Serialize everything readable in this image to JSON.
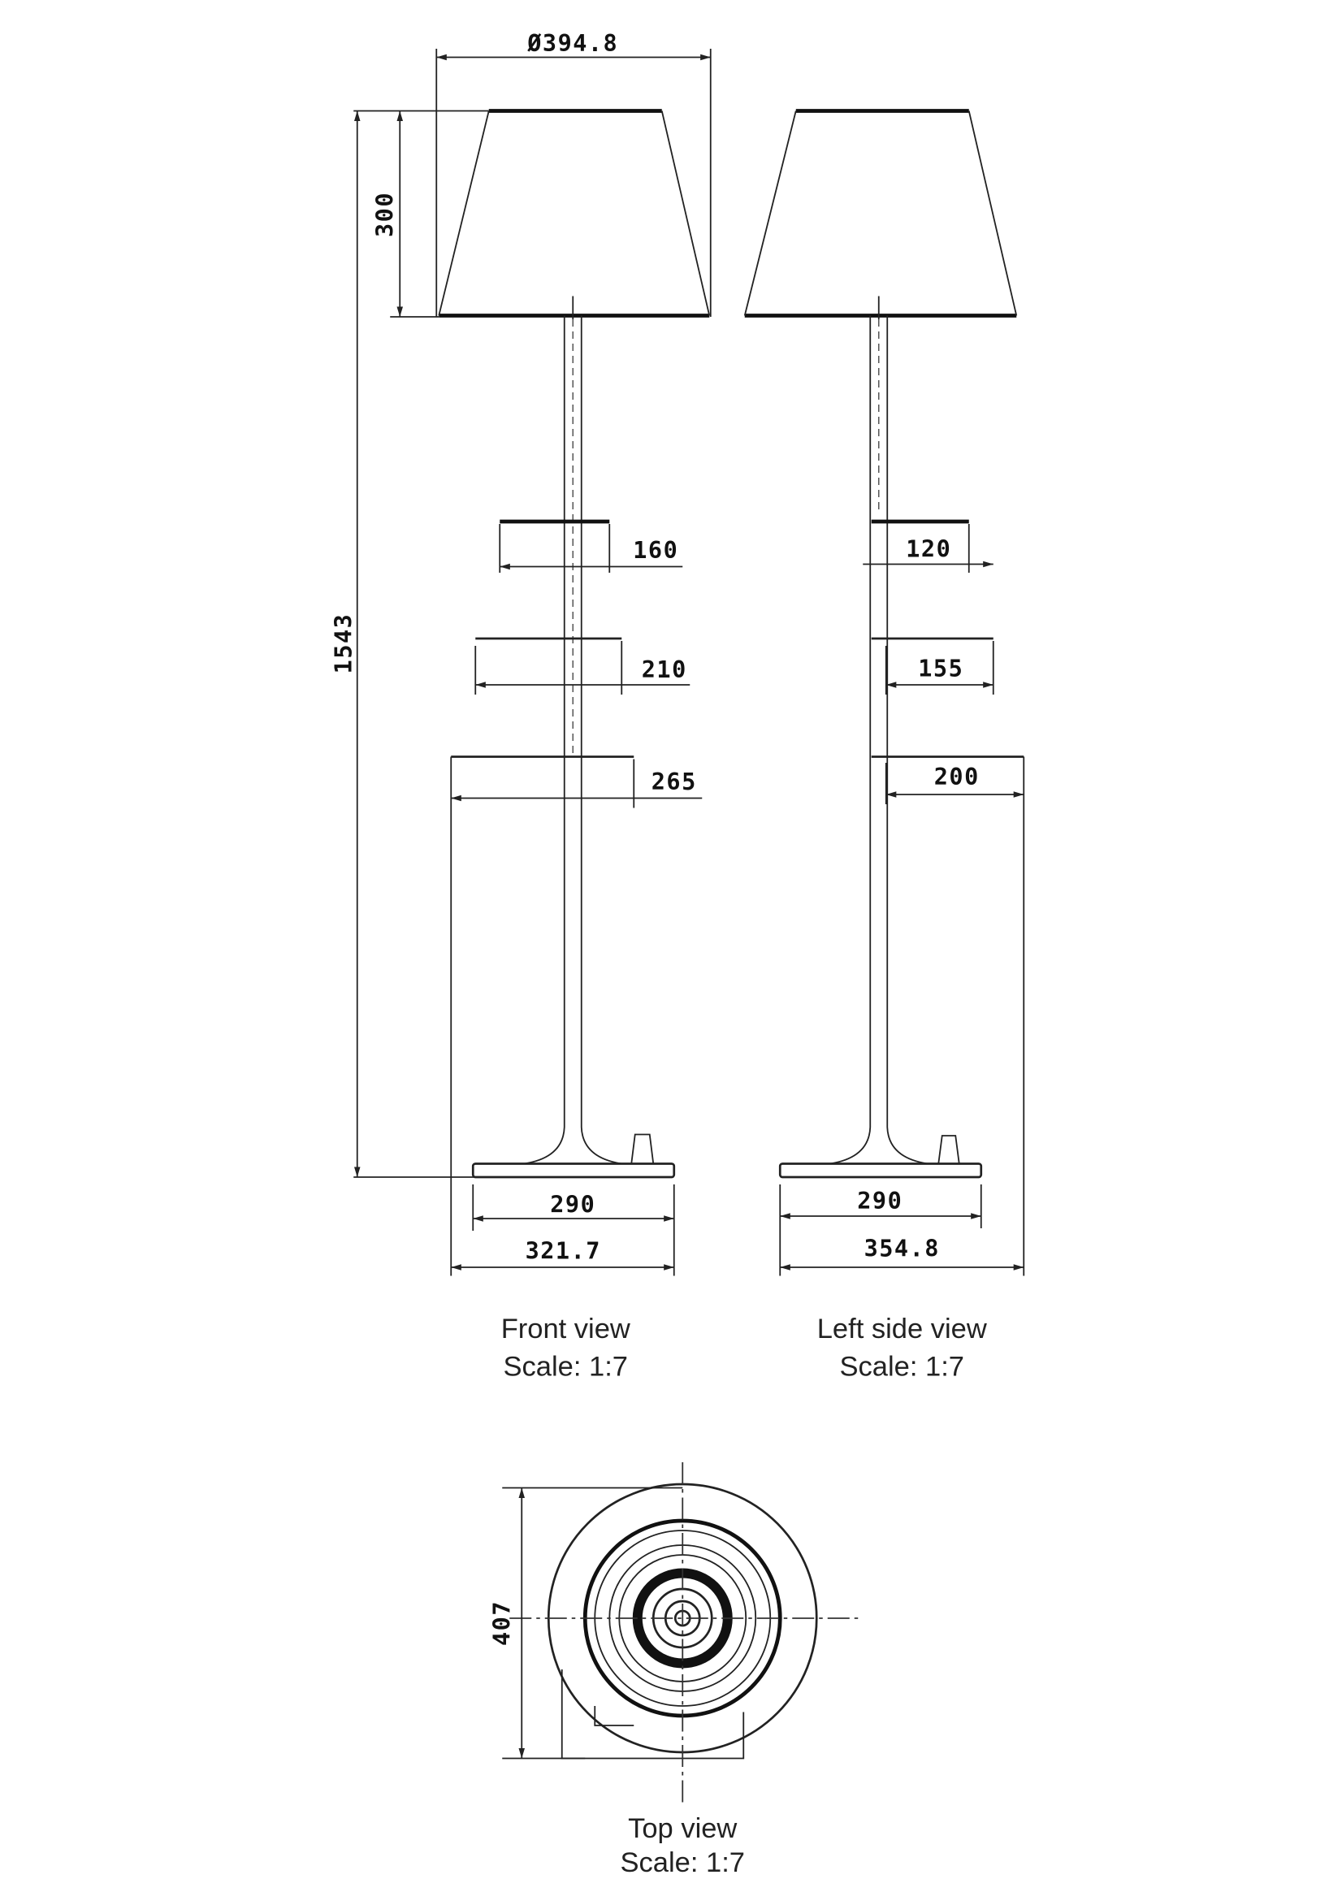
{
  "front_view": {
    "title": "Front view",
    "scale": "Scale: 1:7",
    "dims": {
      "shade_diameter": "Ø394.8",
      "shade_height": "300",
      "total_height": "1543",
      "shelf_1": "160",
      "shelf_2": "210",
      "shelf_3": "265",
      "base_width": "290",
      "overall_width": "321.7"
    }
  },
  "side_view": {
    "title": "Left side view",
    "scale": "Scale: 1:7",
    "dims": {
      "shelf_1": "120",
      "shelf_2": "155",
      "shelf_3": "200",
      "base_width": "290",
      "overall_depth": "354.8"
    }
  },
  "top_view": {
    "title": "Top view",
    "scale": "Scale: 1:7",
    "dims": {
      "diameter": "407"
    }
  }
}
